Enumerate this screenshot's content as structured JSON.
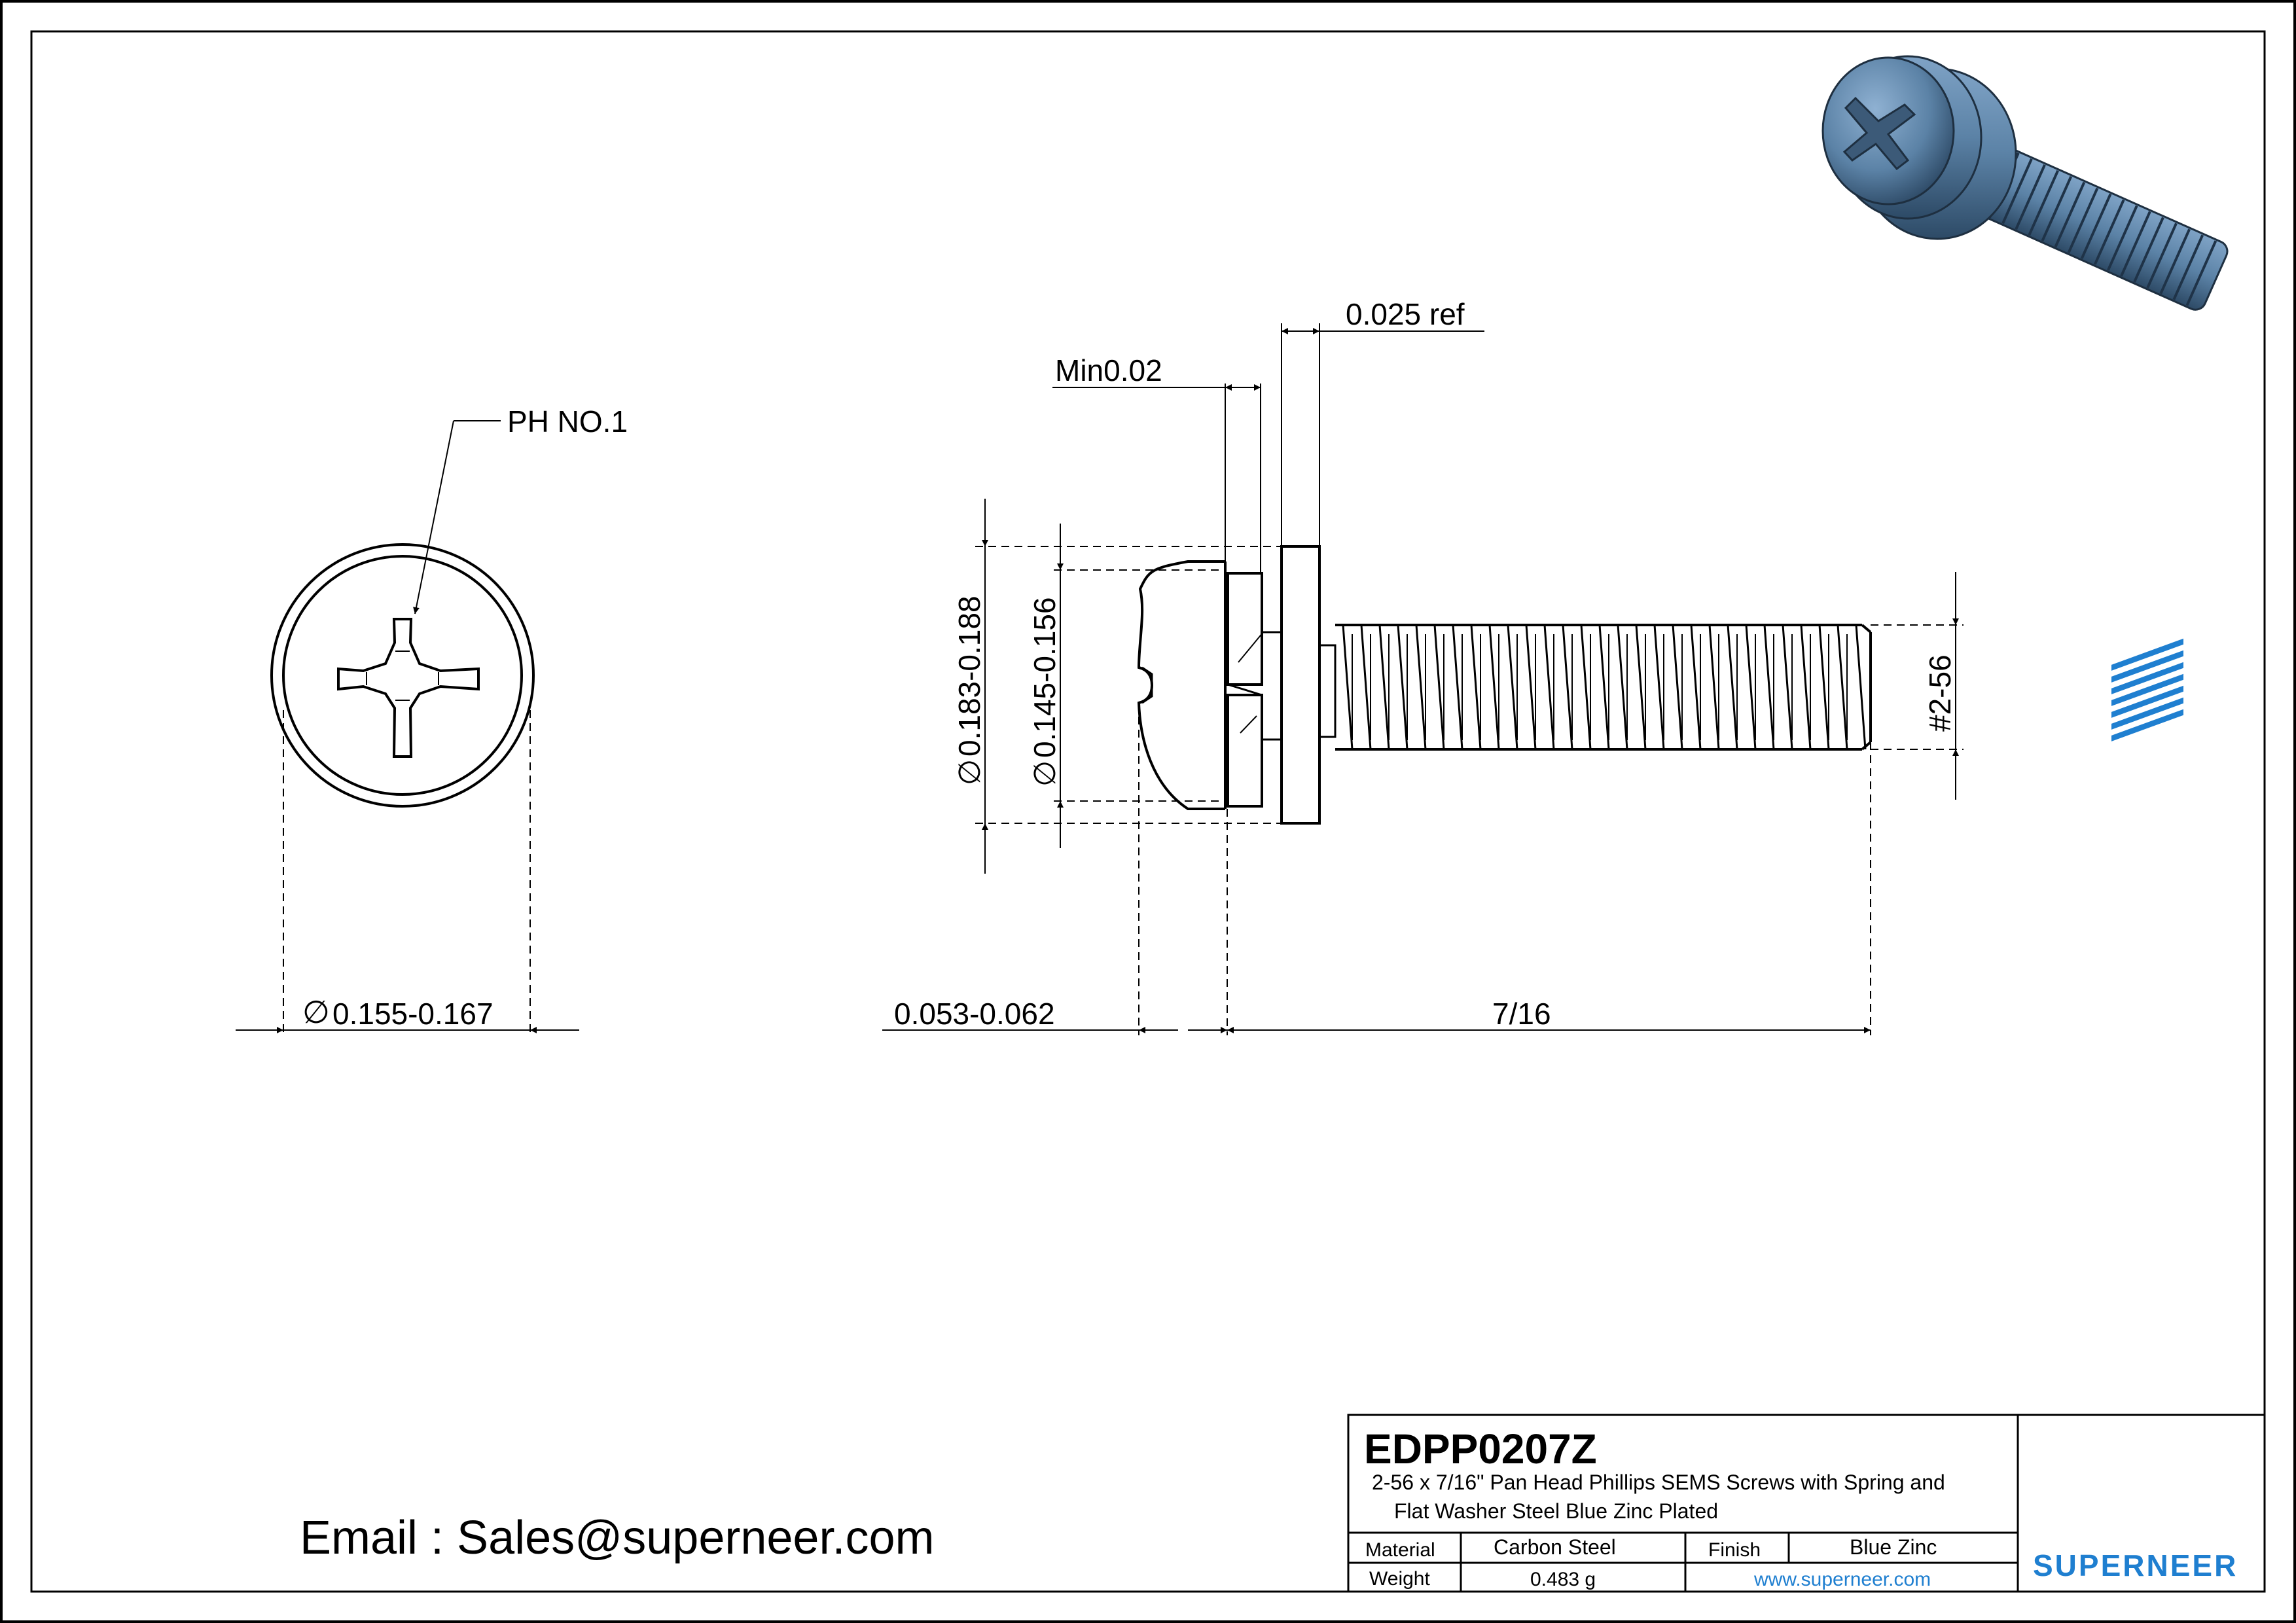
{
  "labels": {
    "recess": "PH NO.1",
    "email": "Email : Sales@superneer.com"
  },
  "dimensions": {
    "recess_diameter": "0.155-0.167",
    "head_diameter": "0.183-0.188",
    "washer_diameter": "0.145-0.156",
    "head_height": "0.053-0.062",
    "length": "7/16",
    "thread": "#2-56",
    "min_gap": "Min0.02",
    "washer_thickness": "0.025 ref",
    "diameter_symbol": "∅"
  },
  "title_block": {
    "part_number": "EDPP0207Z",
    "description_line1": "2-56 x 7/16\" Pan Head Phillips SEMS Screws with Spring and",
    "description_line2": "Flat Washer Steel Blue Zinc Plated",
    "material_label": "Material",
    "material_value": "Carbon Steel",
    "finish_label": "Finish",
    "finish_value": "Blue Zinc",
    "weight_label": "Weight",
    "weight_value": "0.483 g",
    "website": "www.superneer.com",
    "brand": "SUPERNEER"
  },
  "colors": {
    "screw_blue": "#5b82a6",
    "screw_dark": "#2d4a66",
    "brand_blue": "#1f7fd0"
  }
}
